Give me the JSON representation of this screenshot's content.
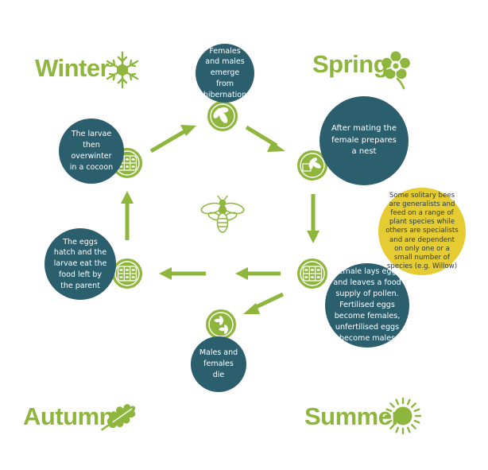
{
  "seasons": {
    "winter": "Winter",
    "spring": "Spring",
    "summer": "Summer",
    "autumn": "Autumn"
  },
  "stages": {
    "emerge": "Females and males emerge from hibernation",
    "nest": "After mating the female prepares a nest",
    "lays": "Female lays eggs and leaves a food supply of pollen. Fertilised eggs become females, unfertilised eggs become males",
    "die": "Males and females die",
    "hatch": "The eggs hatch and the larvae eat the food left by the parent",
    "overwinter": "The larvae then overwinter in a cocoon"
  },
  "note": "Some solitary bees are generalists and feed on a range of plant species while others are specialists and are dependent on only one or a small number of species (e.g. Willow)",
  "colors": {
    "green": "#8fb63c",
    "teal": "#2c5f6e",
    "yellow": "#e5cc33"
  },
  "icons": [
    "snowflake-icon",
    "flower-icon",
    "sun-icon",
    "oak-leaf-icon",
    "bee-icon",
    "nest-cells-icon"
  ]
}
